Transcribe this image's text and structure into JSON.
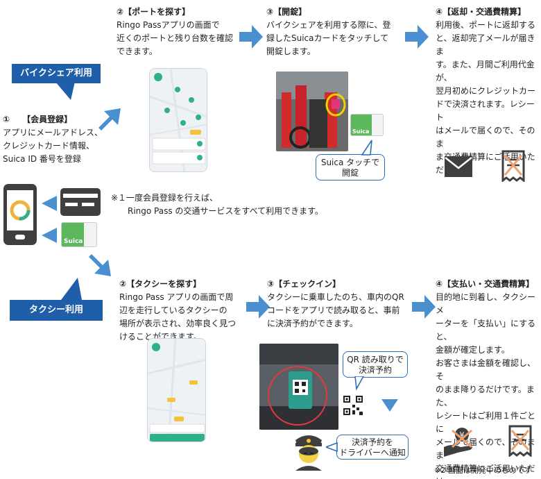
{
  "colors": {
    "accent": "#1f5ea8",
    "arrow": "#4a8fd0",
    "icon": "#3f3f3f",
    "suica_green": "#5cb85c",
    "taxi_yellow": "#f3c43a",
    "alert_orange": "#f0a070"
  },
  "bike": {
    "badge": "バイクシェア利用",
    "step2": {
      "title": "②【ポートを探す】",
      "body": "Ringo Passアプリの画面で\n近くのポートと残り台数を確認\nできます。"
    },
    "step3": {
      "title": "③【開錠】",
      "body": "バイクシェアを利用する際に、登\n録したSuicaカードをタッチして\n開錠します。"
    },
    "step4": {
      "title": "④【返却・交通費精算】",
      "body": "利用後、ポートに返却する\nと、返却完了メールが届きま\nす。また、月間ご利用代金が、\n翌月初めにクレジットカー\nドで決済されます。レシート\nはメールで届くので、そのま\nま交通費精算にご活用いた\nだけます。"
    },
    "bubble": "Suica タッチで\n開錠",
    "card_label": "Suica"
  },
  "register": {
    "title": "①　　【会員登録】",
    "body": "アプリにメールアドレス、\nクレジットカード情報、\nSuica ID 番号を登録",
    "card_label": "Suica"
  },
  "note1": "※１一度会員登録を行えば、\n　　Ringo Pass の交通サービスをすべて利用できます。",
  "taxi": {
    "badge": "タクシー利用",
    "step2": {
      "title": "②【タクシーを探す】",
      "body": "Ringo Pass アプリの画面で周\n辺を走行しているタクシーの\n場所が表示され、効率良く見つ\nけることができます。"
    },
    "step3": {
      "title": "③【チェックイン】",
      "body": "タクシーに乗車したのち、車内のQR\nコードをアプリで読み取ると、事前\nに決済予約ができます。"
    },
    "step4": {
      "title": "④【支払い・交通費精算】",
      "body": "目的地に到着し、タクシーメ\nーターを「支払い」にすると、\n金額が確定します。\nお客さまは金額を確認し、そ\nのまま降りるだけです。また、\nレシートはご利用１件ごとに\nメールで届くので、そのまま\n交通費精算にご活用いただけ\nます。"
    },
    "bubble_qr": "QR 読み取りで\n決済予約",
    "bubble_driver": "決済予約を\nドライバーへ通知"
  },
  "note2": "※2  画面は開発中のものです"
}
